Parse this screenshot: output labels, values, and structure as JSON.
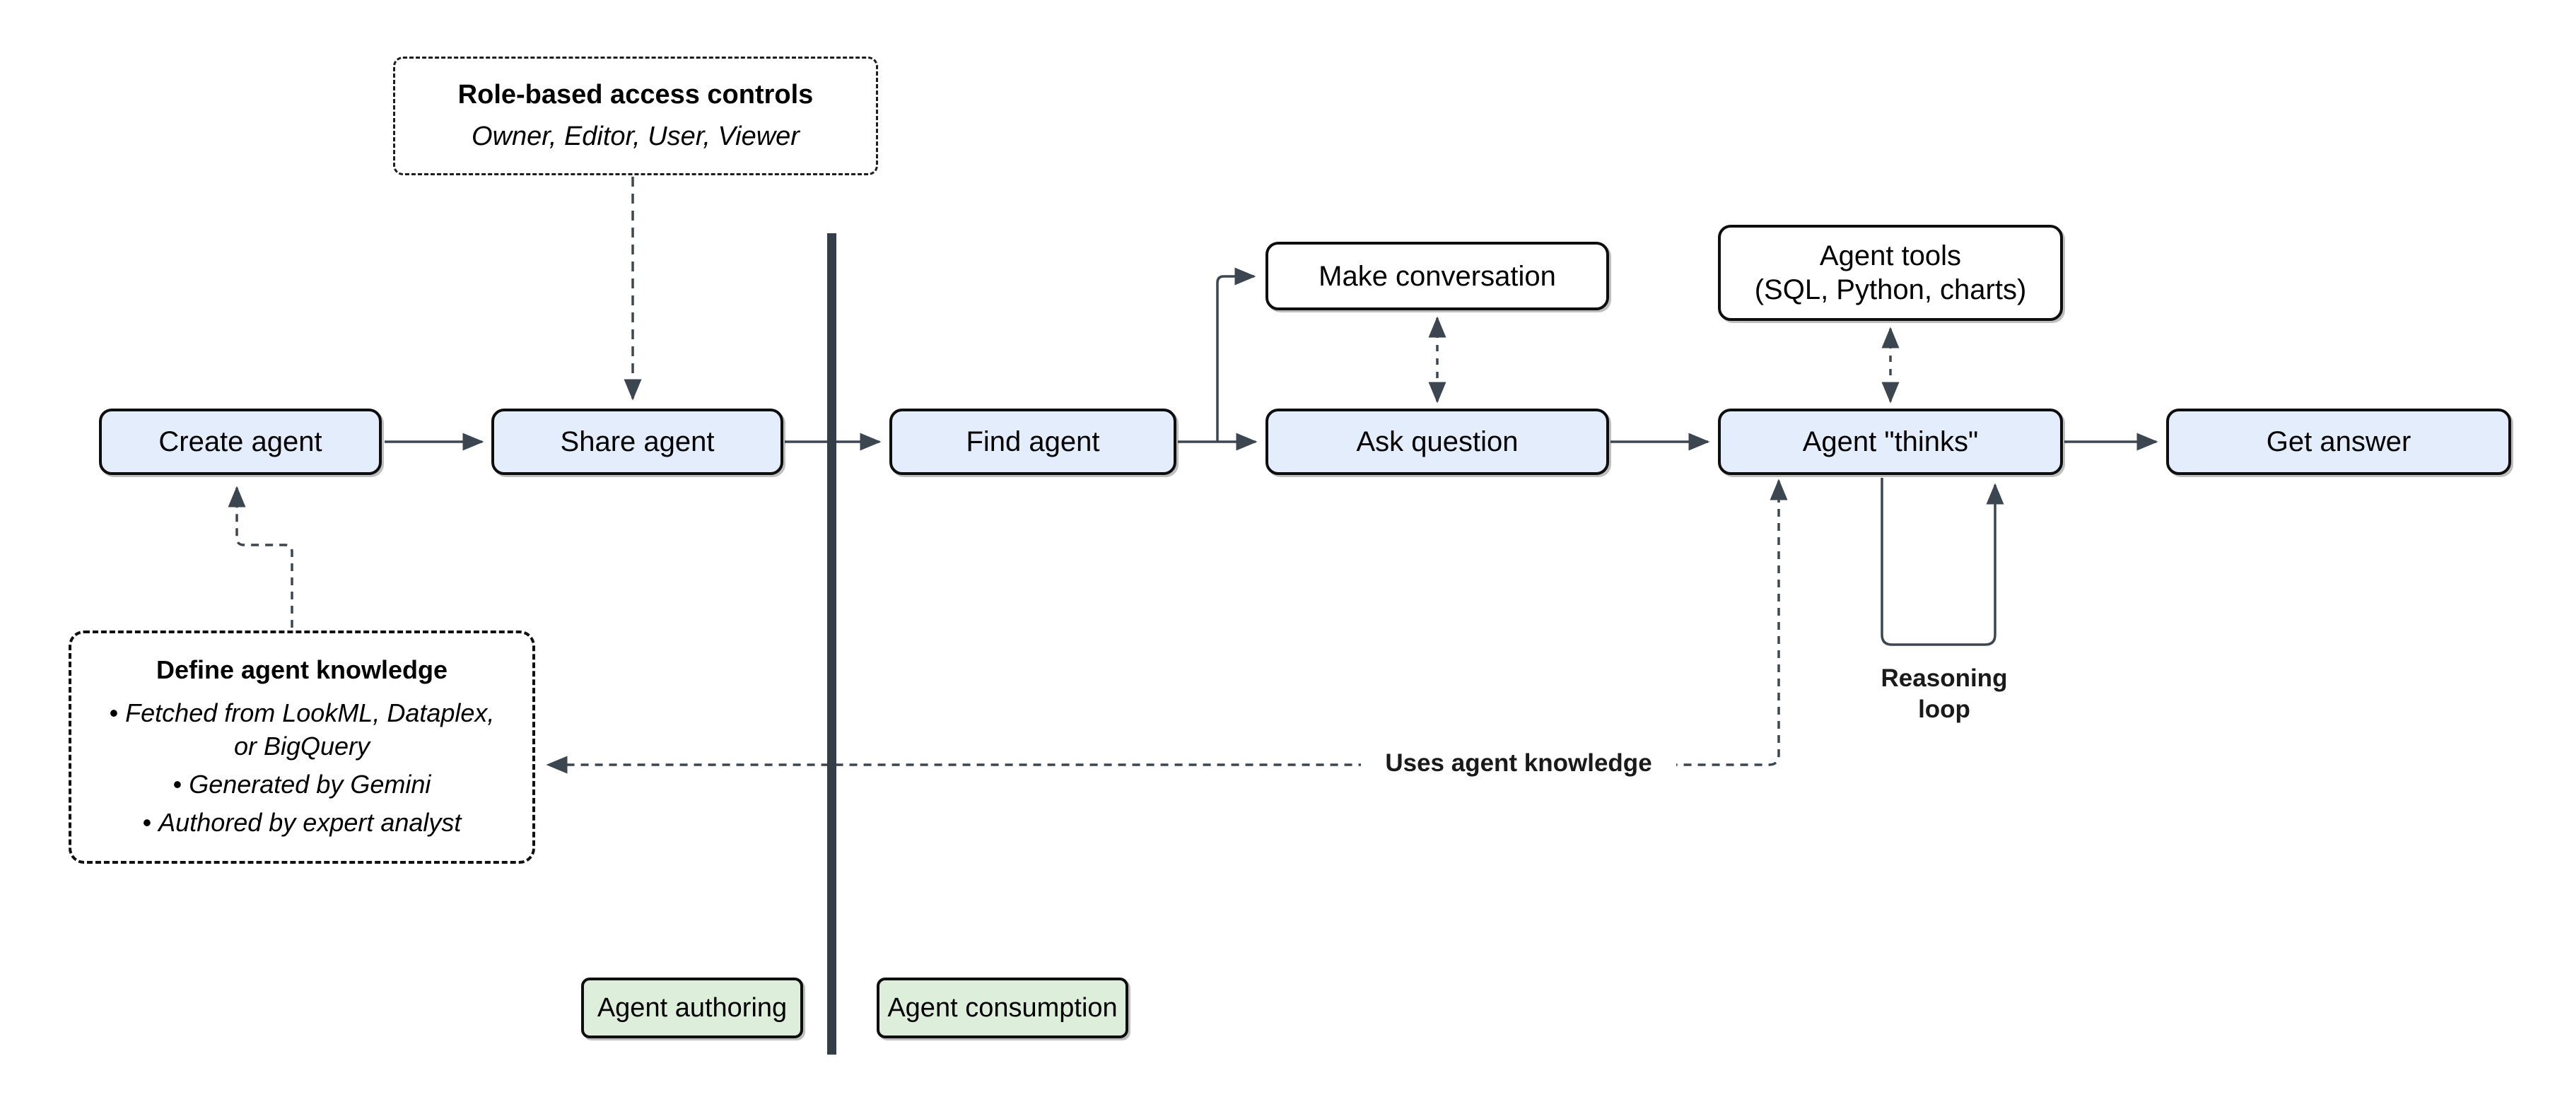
{
  "diagram": {
    "nodes": {
      "create_agent": {
        "label": "Create agent"
      },
      "share_agent": {
        "label": "Share agent"
      },
      "find_agent": {
        "label": "Find agent"
      },
      "make_conversation": {
        "label": "Make conversation"
      },
      "ask_question": {
        "label": "Ask question"
      },
      "agent_tools": {
        "line1": "Agent tools",
        "line2": "(SQL, Python, charts)"
      },
      "agent_thinks": {
        "label": "Agent \"thinks\""
      },
      "get_answer": {
        "label": "Get answer"
      }
    },
    "notes": {
      "rbac": {
        "title": "Role-based access controls",
        "subtitle": "Owner, Editor, User, Viewer"
      },
      "knowledge": {
        "title": "Define agent knowledge",
        "bullets": [
          "Fetched from LookML, Dataplex, or BigQuery",
          "Generated by Gemini",
          "Authored by expert analyst"
        ]
      }
    },
    "edge_labels": {
      "reasoning_loop": "Reasoning loop",
      "uses_agent_knowledge": "Uses agent knowledge"
    },
    "zones": {
      "authoring": "Agent authoring",
      "consumption": "Agent consumption"
    },
    "colors": {
      "node_fill_blue": "#e3edfb",
      "node_fill_white": "#ffffff",
      "zone_fill_green": "#ddefdb",
      "node_border": "#0e0e0e",
      "connector": "#3b4651",
      "divider": "#333e48"
    }
  }
}
